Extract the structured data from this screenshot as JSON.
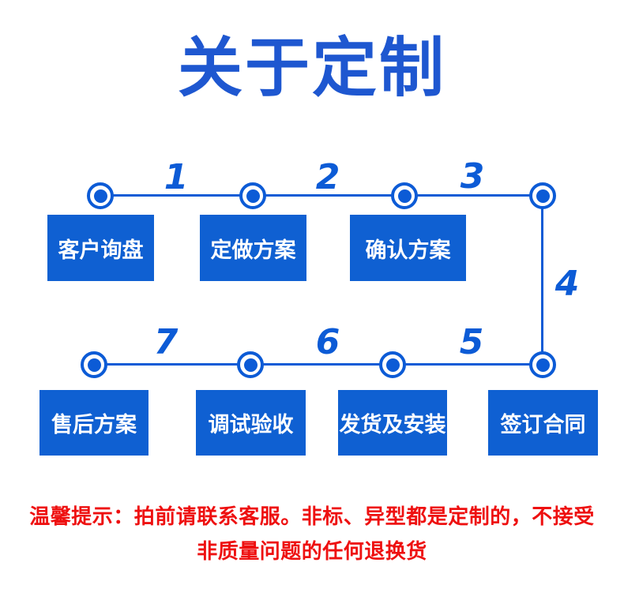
{
  "page": {
    "title": "关于定制"
  },
  "colors": {
    "title_blue": "#1e57d0",
    "accent_blue": "#0c5bd6",
    "box_blue": "#0f60d2",
    "box_text_white": "#ffffff",
    "warning_red": "#ee1010"
  },
  "flow": {
    "top_row": {
      "segment_numbers": [
        "1",
        "2",
        "3"
      ],
      "steps": [
        "客户询盘",
        "定做方案",
        "确认方案"
      ]
    },
    "vertical_segment_number": "4",
    "bottom_row": {
      "segment_numbers": [
        "7",
        "6",
        "5"
      ],
      "steps": [
        "售后方案",
        "调试验收",
        "发货及安装",
        "签订合同"
      ]
    }
  },
  "notice": {
    "line1": "温馨提示：拍前请联系客服。非标、异型都是定制的，不接受",
    "line2": "非质量问题的任何退换货"
  }
}
